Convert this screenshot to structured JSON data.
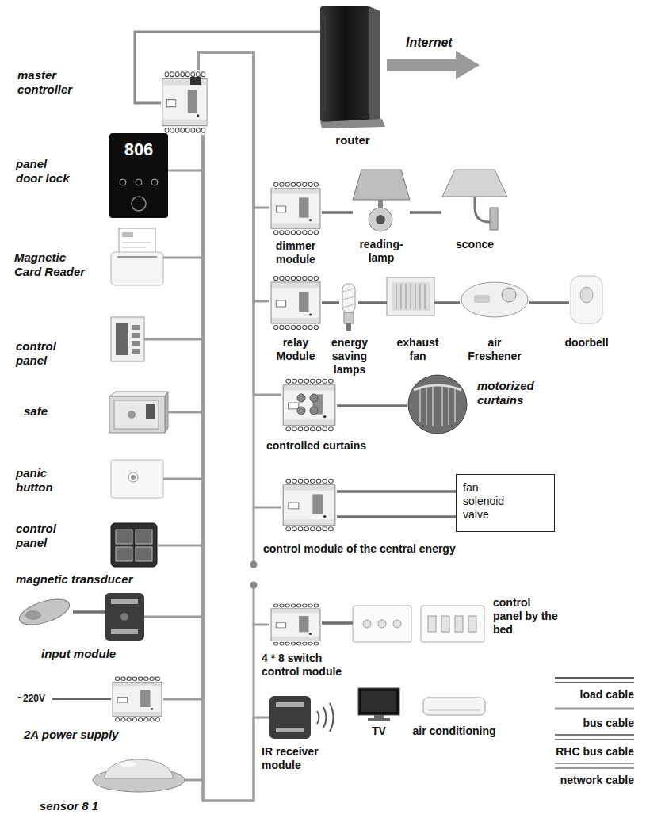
{
  "diagram": {
    "nodes": [
      {
        "text": [
          "master controller"
        ]
      },
      {
        "text": [
          "router"
        ]
      },
      {
        "text": [
          "806",
          "panel door lock"
        ]
      },
      {
        "text": [
          "Magnetic Card Reader"
        ]
      },
      {
        "text": [
          "control panel"
        ]
      },
      {
        "text": [
          "safe"
        ]
      },
      {
        "text": [
          "panic button"
        ]
      },
      {
        "text": [
          "control panel"
        ]
      },
      {
        "text": [
          "magnetic transducer"
        ]
      },
      {
        "text": [
          "input module"
        ]
      },
      {
        "text": [
          "2A power supply"
        ]
      },
      {
        "text": [
          "sensor 8 1"
        ]
      },
      {
        "text": [
          "dimmer module"
        ]
      },
      {
        "text": [
          "reading- lamp"
        ]
      },
      {
        "text": [
          "sconce"
        ]
      },
      {
        "text": [
          "relay Module"
        ]
      },
      {
        "text": [
          "energy saving lamps"
        ]
      },
      {
        "text": [
          "exhaust fan"
        ]
      },
      {
        "text": [
          "air Freshener"
        ]
      },
      {
        "text": [
          "doorbell"
        ]
      },
      {
        "text": [
          "controlled curtains"
        ]
      },
      {
        "text": [
          "motorized curtains"
        ]
      },
      {
        "text": [
          "control module of the central energy"
        ]
      },
      {
        "text": [
          "fan solenoid valve"
        ]
      },
      {
        "text": [
          "4 * 8 switch control module"
        ]
      },
      {
        "text": [
          "control panel by the bed"
        ]
      },
      {
        "text": [
          "IR receiver module"
        ]
      },
      {
        "text": [
          "TV"
        ]
      },
      {
        "text": [
          "air conditioning"
        ]
      }
    ],
    "edges": [
      {
        "from": 0,
        "to": 1,
        "arrow": "none"
      },
      {
        "from": 0,
        "to": 2,
        "arrow": "none"
      },
      {
        "from": 0,
        "to": 3,
        "arrow": "none"
      },
      {
        "from": 0,
        "to": 4,
        "arrow": "none"
      },
      {
        "from": 0,
        "to": 5,
        "arrow": "none"
      },
      {
        "from": 0,
        "to": 6,
        "arrow": "none"
      },
      {
        "from": 0,
        "to": 7,
        "arrow": "none"
      },
      {
        "from": 0,
        "to": 9,
        "arrow": "none"
      },
      {
        "from": 0,
        "to": 10,
        "arrow": "none"
      },
      {
        "from": 0,
        "to": 11,
        "arrow": "none"
      },
      {
        "from": 0,
        "to": 12,
        "arrow": "none"
      },
      {
        "from": 0,
        "to": 15,
        "arrow": "none"
      },
      {
        "from": 0,
        "to": 20,
        "arrow": "none"
      },
      {
        "from": 0,
        "to": 22,
        "arrow": "none"
      },
      {
        "from": 0,
        "to": 24,
        "arrow": "none"
      },
      {
        "from": 0,
        "to": 26,
        "arrow": "none"
      },
      {
        "from": 8,
        "to": 9,
        "arrow": "none"
      },
      {
        "from": 12,
        "to": 13,
        "arrow": "none"
      },
      {
        "from": 13,
        "to": 14,
        "arrow": "none"
      },
      {
        "from": 15,
        "to": 16,
        "arrow": "none"
      },
      {
        "from": 16,
        "to": 17,
        "arrow": "none"
      },
      {
        "from": 17,
        "to": 18,
        "arrow": "none"
      },
      {
        "from": 18,
        "to": 19,
        "arrow": "none"
      },
      {
        "from": 20,
        "to": 21,
        "arrow": "none"
      },
      {
        "from": 22,
        "to": 23,
        "arrow": "none"
      },
      {
        "from": 22,
        "to": 23,
        "arrow": "none"
      },
      {
        "from": 24,
        "to": 25,
        "arrow": "none"
      }
    ],
    "labels": [
      "Internet",
      "~220V"
    ],
    "legend": [
      {
        "text": "load cable"
      },
      {
        "text": "bus cable"
      },
      {
        "text": "RHC bus cable"
      },
      {
        "text": "network cable"
      }
    ]
  }
}
